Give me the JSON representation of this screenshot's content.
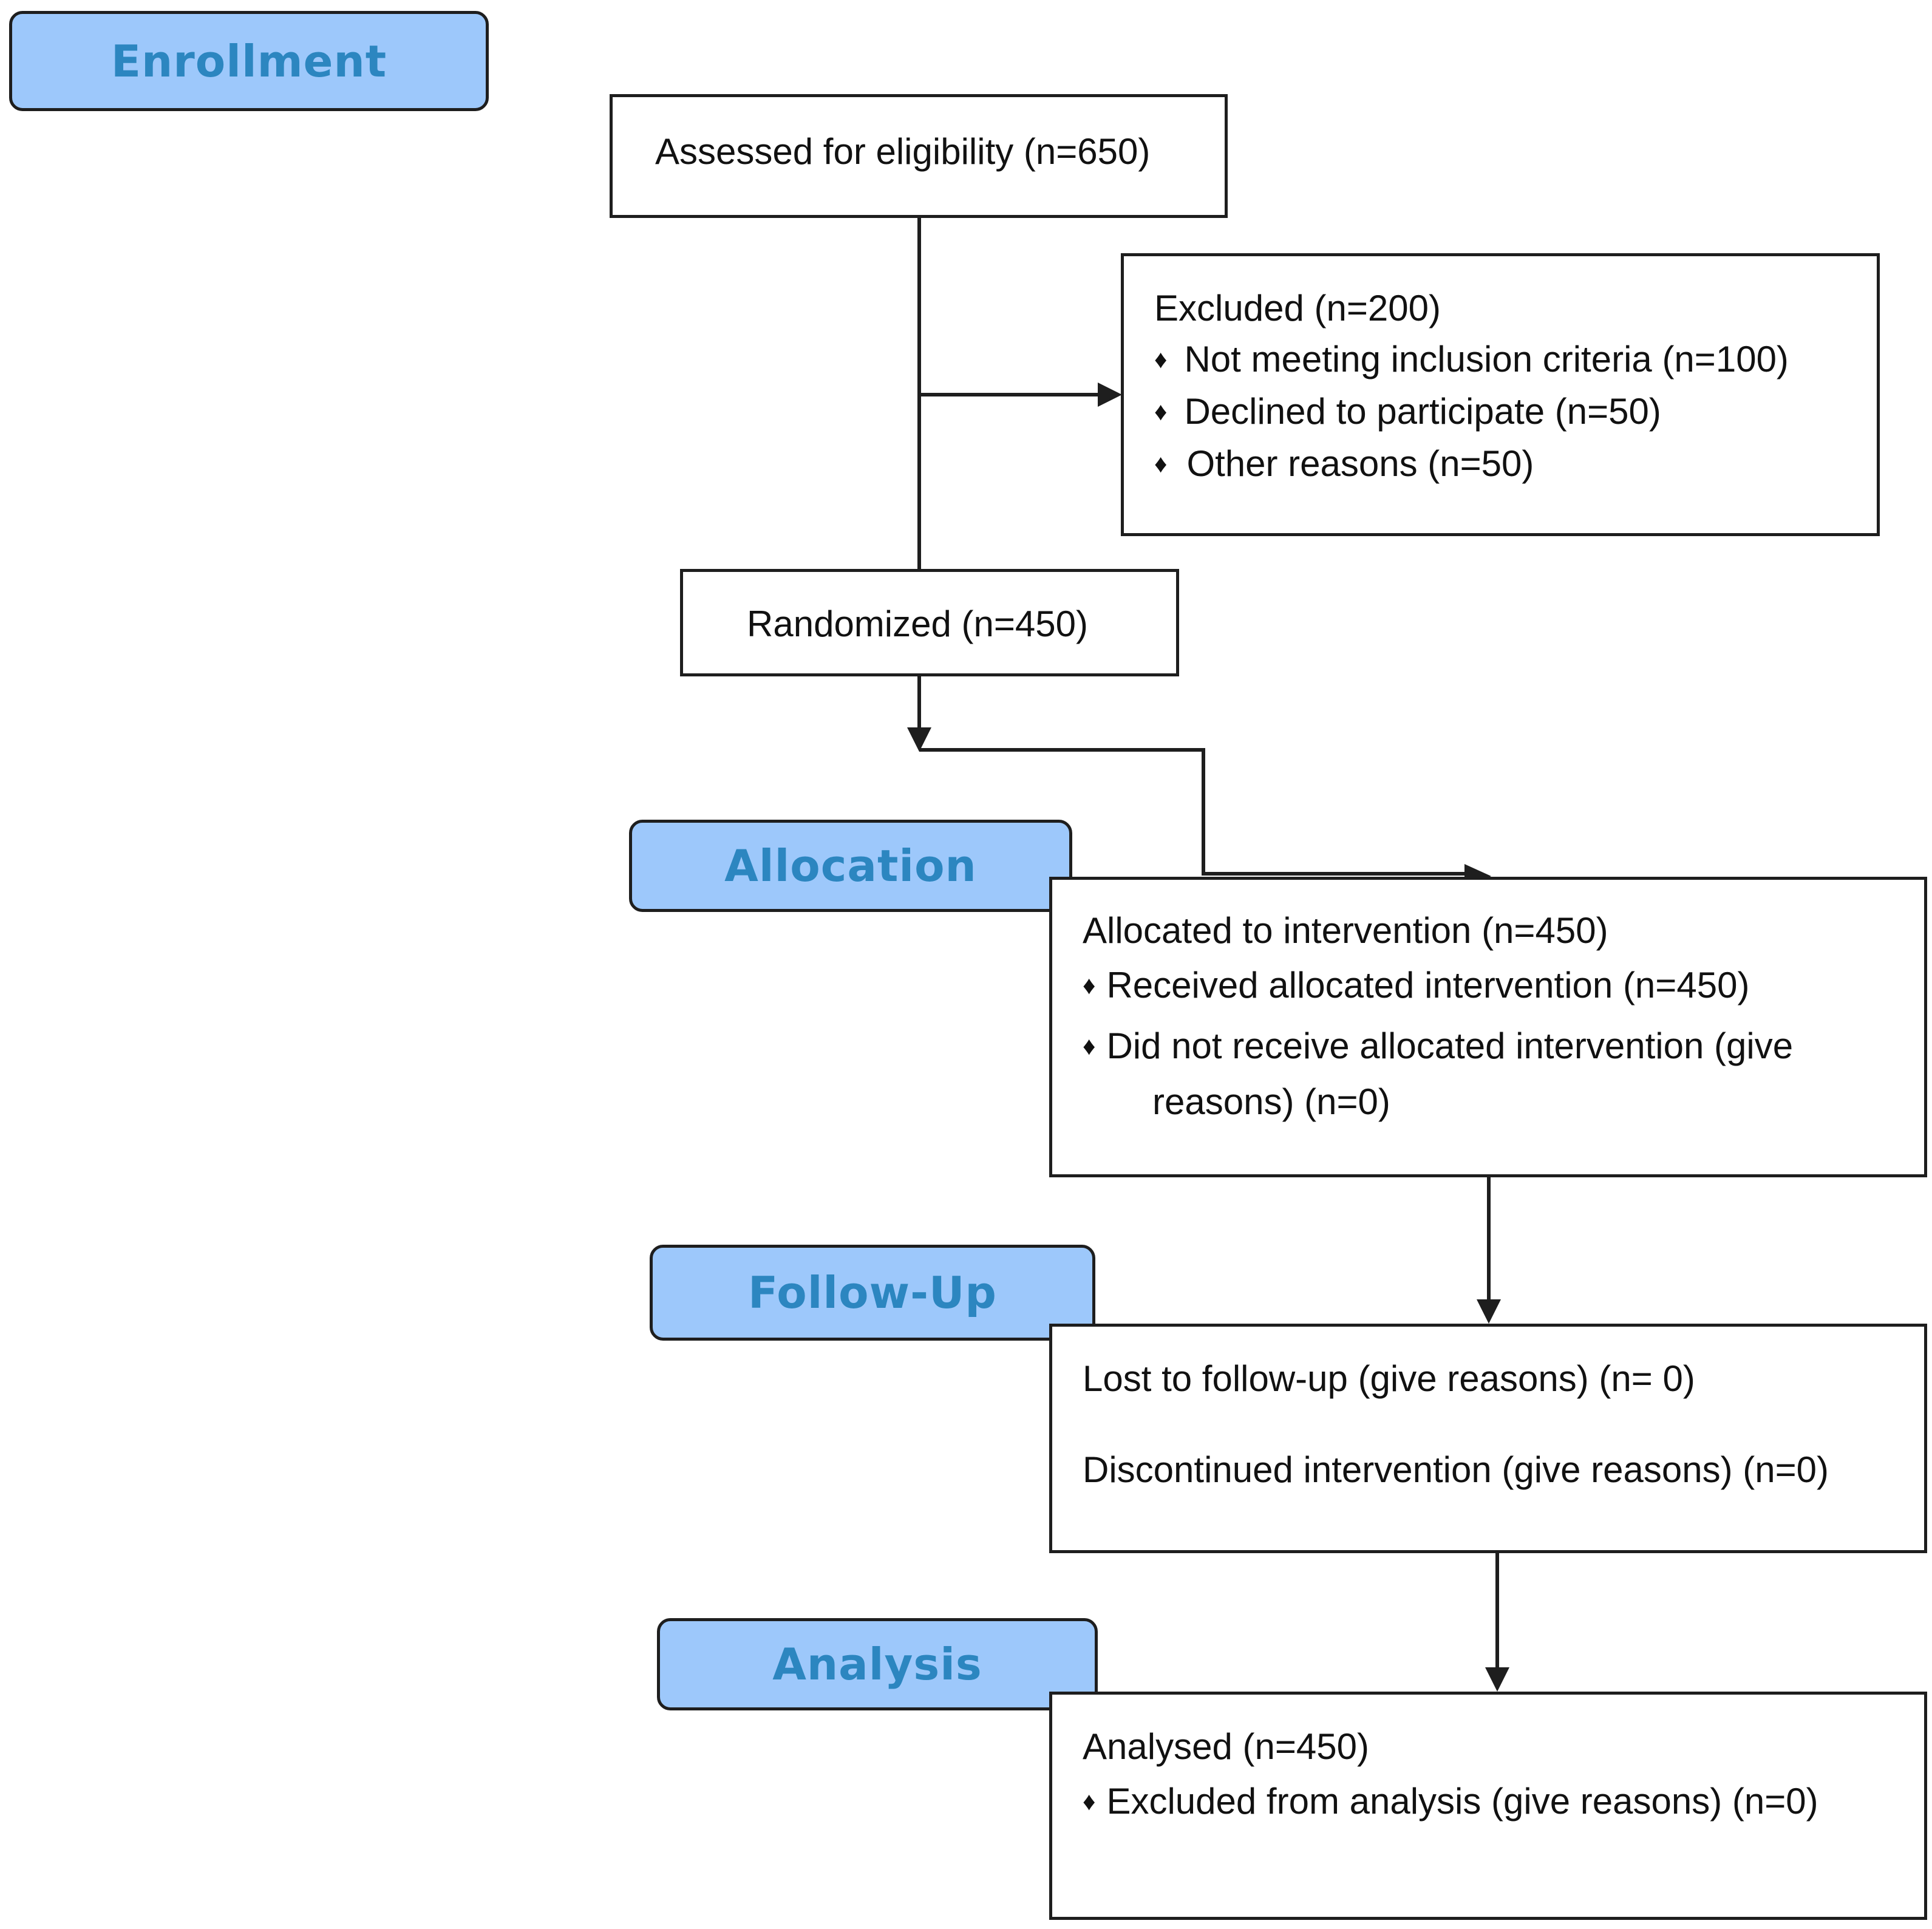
{
  "stages": {
    "enrollment": "Enrollment",
    "allocation": "Allocation",
    "follow_up": "Follow-Up",
    "analysis": "Analysis"
  },
  "assessed": {
    "text": "Assessed for eligibility (n=650)"
  },
  "excluded": {
    "title": "Excluded  (n=200)",
    "items": [
      "Not meeting inclusion criteria (n=100)",
      "Declined to participate (n=50)",
      "Other reasons (n=50)"
    ]
  },
  "randomized": {
    "text": "Randomized (n=450)"
  },
  "allocated": {
    "title": "Allocated to intervention (n=450)",
    "items": [
      "Received allocated intervention (n=450)",
      "Did not receive allocated intervention (give",
      "reasons) (n=0)"
    ]
  },
  "follow_up_box": {
    "lost": "Lost to follow-up (give reasons) (n= 0)",
    "discontinued": "Discontinued intervention (give reasons) (n=0)"
  },
  "analysed": {
    "title": "Analysed  (n=450)",
    "items": [
      "Excluded from analysis (give reasons) (n=0)"
    ]
  },
  "bullet_symbol": "♦",
  "colors": {
    "stage_fill": "#9dc8fb",
    "stage_text": "#2c86c0",
    "stroke": "#1e1e1e"
  }
}
